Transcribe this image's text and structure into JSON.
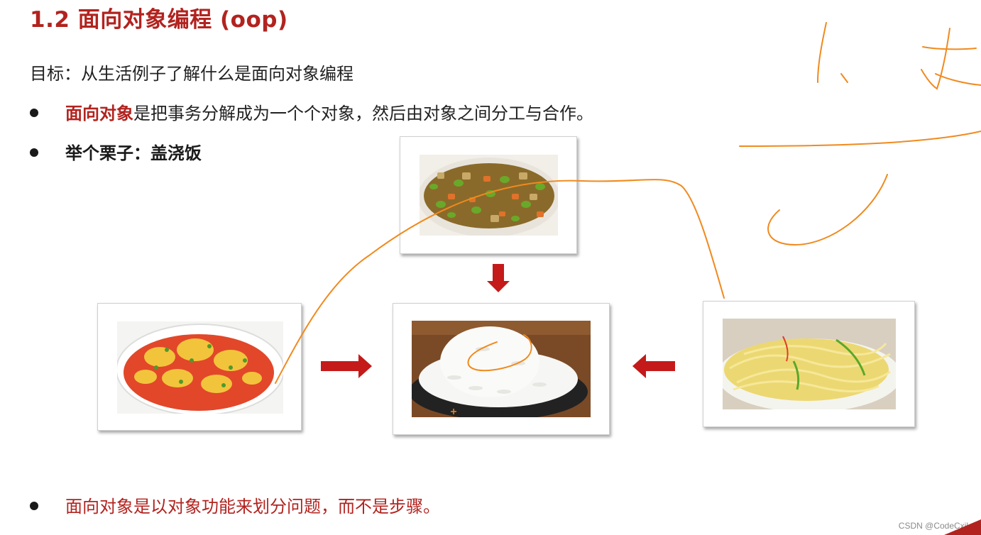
{
  "slide": {
    "title": "1.2 面向对象编程 (oop)",
    "goal": "目标：从生活例子了解什么是面向对象编程",
    "bullets": [
      {
        "highlight": "面向对象",
        "rest": "是把事务分解成为一个个对象，然后由对象之间分工与合作。"
      },
      {
        "text": "举个栗子：盖浇饭"
      },
      {
        "text": "面向对象是以对象功能来划分问题，而不是步骤。"
      }
    ]
  },
  "images": {
    "top": "vegetable-stir-fry",
    "left": "tomato-scrambled-egg",
    "center": "white-rice-bowl",
    "right": "shredded-potato"
  },
  "watermark": "CSDN @CodeCxil",
  "colors": {
    "accent": "#b2231f",
    "arrow": "#c41a1a",
    "ink": "#f08a1e"
  }
}
